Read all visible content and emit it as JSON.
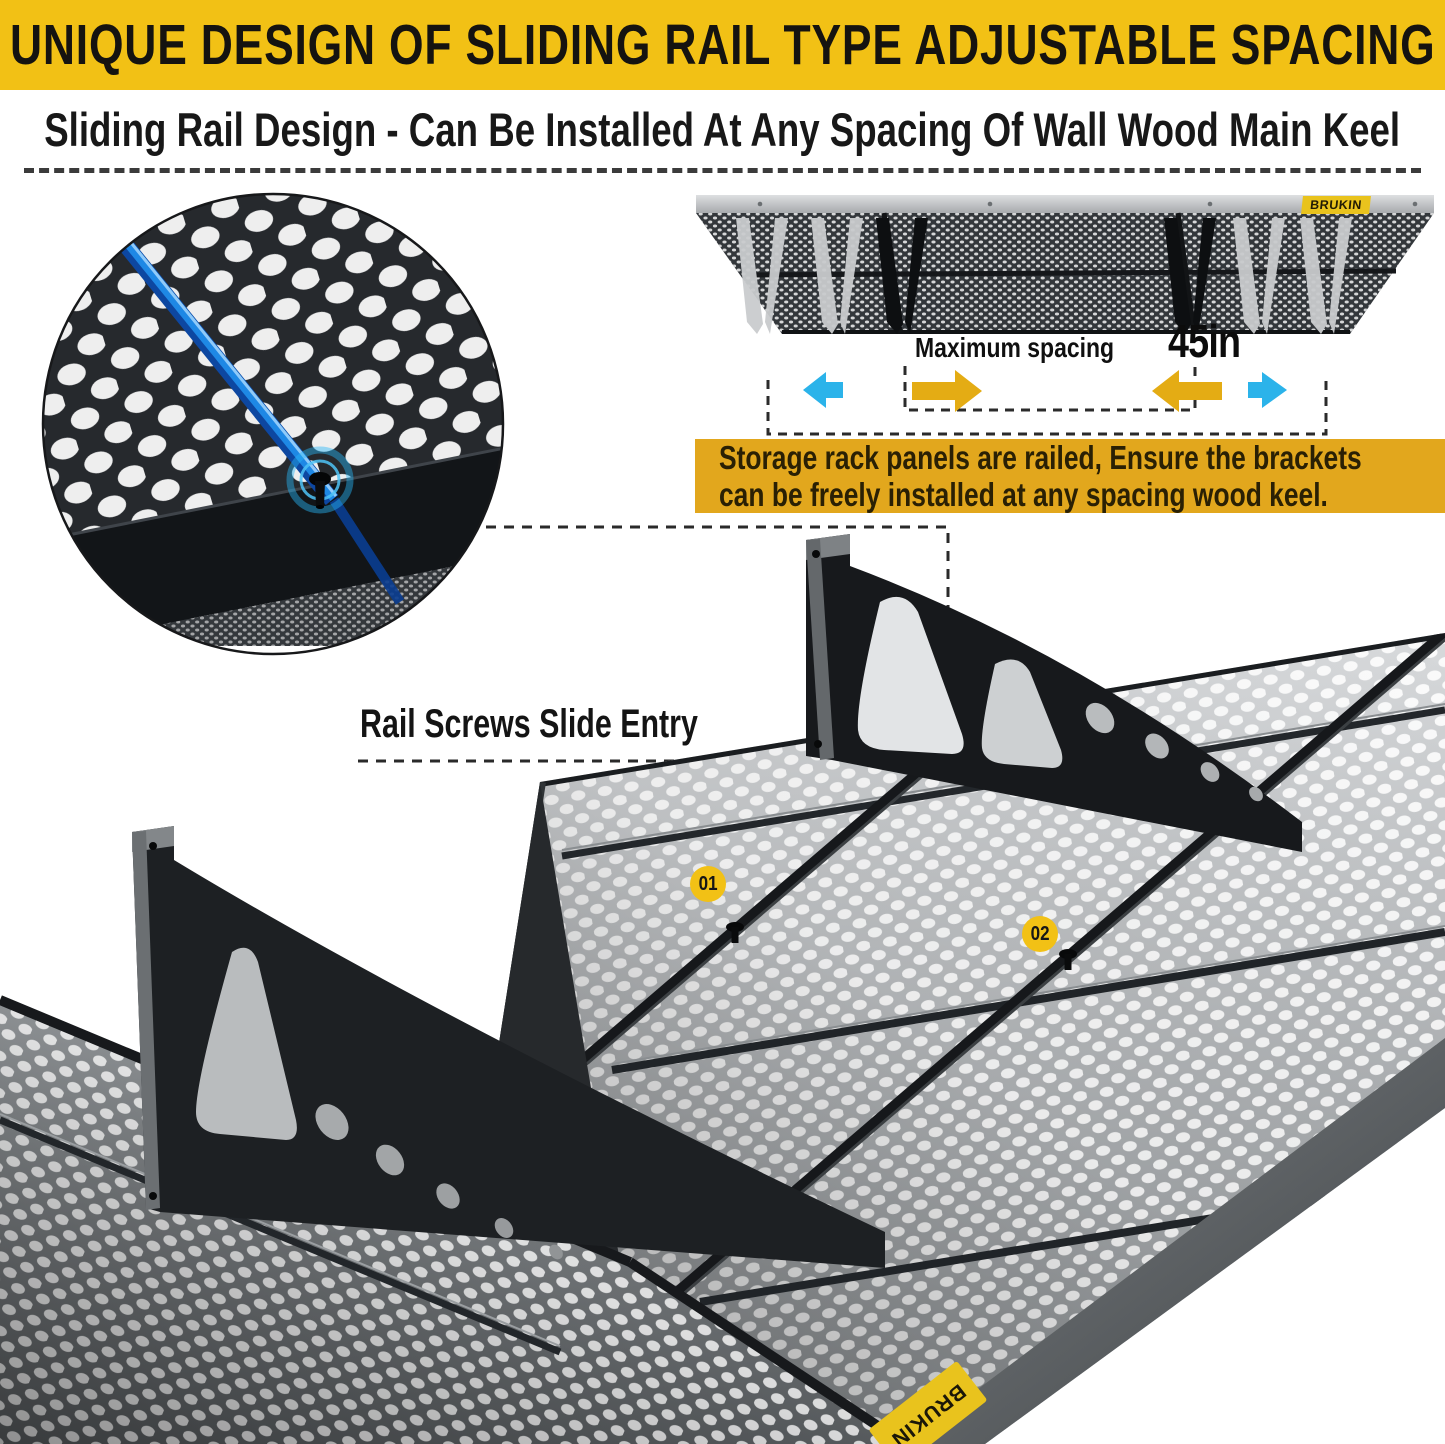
{
  "banner": {
    "title": "UNIQUE DESIGN OF SLIDING RAIL TYPE ADJUSTABLE SPACING"
  },
  "subtitle": {
    "text": "Sliding Rail Design - Can Be Installed At Any Spacing Of Wall Wood Main Keel"
  },
  "diagram": {
    "brand_badge": "BRUKIN",
    "max_spacing_label": "Maximum spacing",
    "max_spacing_value": "45in"
  },
  "info_box": {
    "line1": "Storage rack panels are railed, Ensure the brackets",
    "line2": "can be freely installed at any spacing wood keel."
  },
  "callout": {
    "rail_label": "Rail Screws Slide Entry"
  },
  "badges": {
    "step1": "01",
    "step2": "02"
  },
  "sticker": {
    "brand": "BRUKIN"
  },
  "colors": {
    "banner_yellow": "#F2C115",
    "info_box_gold": "#E2A71D",
    "badge_yellow": "#F2C115",
    "arrow_blue": "#2BB3EA",
    "arrow_gold": "#E4AC14",
    "rail_highlight_blue": "#1E88E5",
    "ink": "#141414"
  }
}
